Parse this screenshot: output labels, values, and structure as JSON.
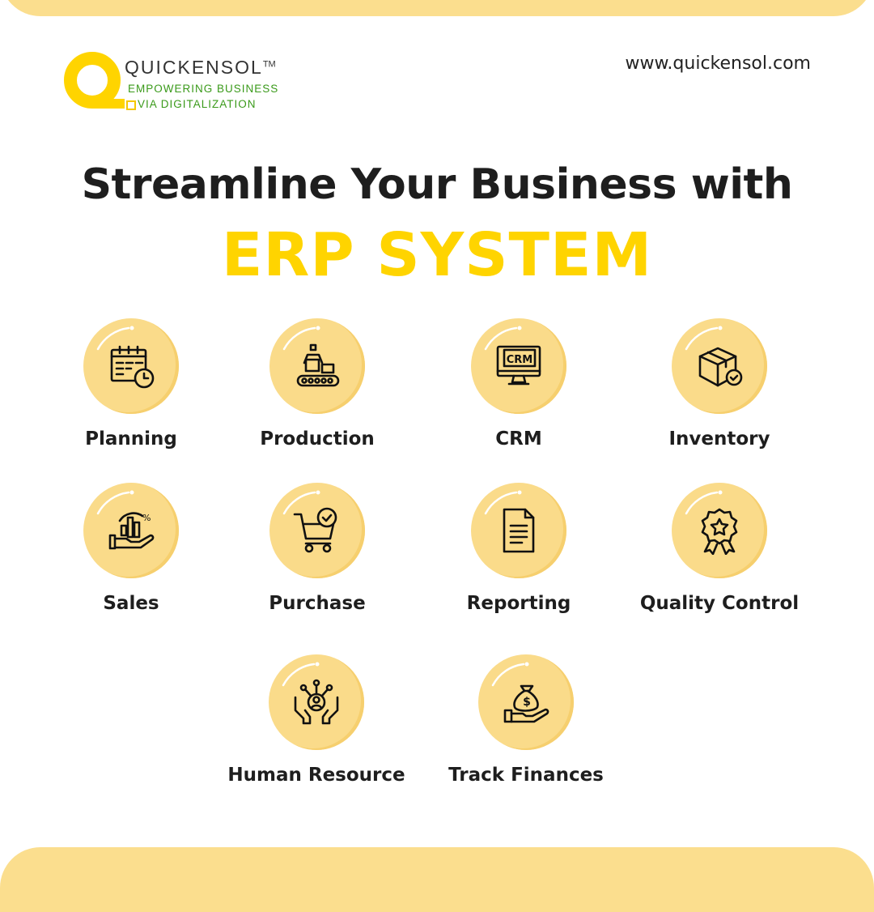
{
  "brand": {
    "name": "QUICKENSOL",
    "tm": "TM",
    "tagline1": "EMPOWERING BUSINESS",
    "tagline2": "VIA DIGITALIZATION",
    "colors": {
      "yellow": "#FFD400",
      "green": "#3a9a1a"
    }
  },
  "website": "www.quickensol.com",
  "headline": "Streamline Your Business with",
  "subheadline": "ERP SYSTEM",
  "features": [
    {
      "label": "Planning",
      "icon": "calendar-clock-icon"
    },
    {
      "label": "Production",
      "icon": "conveyor-icon"
    },
    {
      "label": "CRM",
      "icon": "crm-monitor-icon",
      "icon_text": "CRM"
    },
    {
      "label": "Inventory",
      "icon": "box-check-icon"
    },
    {
      "label": "Sales",
      "icon": "sales-chart-hand-icon"
    },
    {
      "label": "Purchase",
      "icon": "cart-check-icon"
    },
    {
      "label": "Reporting",
      "icon": "document-icon"
    },
    {
      "label": "Quality Control",
      "icon": "badge-star-icon"
    },
    {
      "label": "Human Resource",
      "icon": "hands-network-icon"
    },
    {
      "label": "Track Finances",
      "icon": "money-bag-hand-icon"
    }
  ]
}
